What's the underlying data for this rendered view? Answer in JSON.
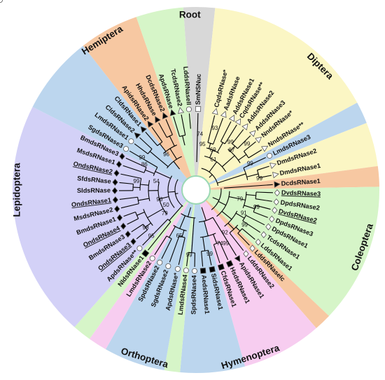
{
  "clades": [
    {
      "name": "Root",
      "color": "#d8d8d8"
    },
    {
      "name": "Diptera",
      "color": "#fbf6c4"
    },
    {
      "name": "Coleoptera",
      "color": "#d6f5c8"
    },
    {
      "name": "Hymenoptera",
      "color": "#f7cdf0"
    },
    {
      "name": "Orthoptera",
      "color": "#bcd6ee"
    },
    {
      "name": "Lepidoptera",
      "color": "#d3d1f7"
    },
    {
      "name": "Hemiptera",
      "color": "#f7c8a2"
    }
  ],
  "leaves": [
    {
      "name": "SmNSNuc",
      "marker": "square-open",
      "clade": "Root"
    },
    {
      "name": "CqdsRNase*",
      "marker": "triangle-open",
      "clade": "Diptera"
    },
    {
      "name": "AadsRNase",
      "marker": "triangle-open",
      "clade": "Diptera"
    },
    {
      "name": "AddsRNase1",
      "marker": "triangle-open",
      "clade": "Diptera"
    },
    {
      "name": "CqdsRNase**",
      "marker": "triangle-open",
      "clade": "Diptera"
    },
    {
      "name": "AddsRNase2",
      "marker": "triangle-open",
      "clade": "Diptera"
    },
    {
      "name": "AddsRNase3",
      "marker": "triangle-open",
      "clade": "Diptera"
    },
    {
      "name": "NndsRNase*",
      "marker": "triangle-open",
      "clade": "Diptera"
    },
    {
      "name": "NndsRNase**",
      "marker": "triangle-open",
      "clade": "Diptera"
    },
    {
      "name": "LmdsRNase3",
      "marker": "circle-open",
      "clade": "Orthoptera"
    },
    {
      "name": "DmdsRNase2",
      "marker": "triangle-open",
      "clade": "Diptera"
    },
    {
      "name": "DmdsRNase1",
      "marker": "triangle-open",
      "clade": "Diptera"
    },
    {
      "name": "DcdsRNase1",
      "marker": "triangle-filled",
      "clade": "Hemiptera"
    },
    {
      "name": "DvdsRNase3",
      "marker": "diamond-open",
      "clade": "Coleoptera",
      "underline": true
    },
    {
      "name": "DpdsRNase2",
      "marker": "diamond-open",
      "clade": "Coleoptera"
    },
    {
      "name": "DvdsRNase2",
      "marker": "diamond-open",
      "clade": "Coleoptera",
      "underline": true
    },
    {
      "name": "DpdsRNase3",
      "marker": "diamond-open",
      "clade": "Coleoptera"
    },
    {
      "name": "DpdsRNase1",
      "marker": "diamond-open",
      "clade": "Coleoptera"
    },
    {
      "name": "TcdsRNase1",
      "marker": "diamond-open",
      "clade": "Coleoptera"
    },
    {
      "name": "LddsRNase1",
      "marker": "diamond-open",
      "clade": "Coleoptera"
    },
    {
      "name": "LddsRNaseIc",
      "marker": "diamond-open",
      "clade": "Coleoptera"
    },
    {
      "name": "LddsRNase2",
      "marker": "diamond-open",
      "clade": "Coleoptera"
    },
    {
      "name": "ApidsRNase1",
      "marker": "triangle-filled",
      "clade": "Hemiptera"
    },
    {
      "name": "HsdsRNase1",
      "marker": "square-filled",
      "clade": "Hymenoptera"
    },
    {
      "name": "CfdsRNase1",
      "marker": "square-filled",
      "clade": "Hymenoptera"
    },
    {
      "name": "SidsRNase1",
      "marker": "square-filled",
      "clade": "Hymenoptera"
    },
    {
      "name": "AedsRNase1",
      "marker": "square-filled",
      "clade": "Hymenoptera"
    },
    {
      "name": "SpdsRNase4",
      "marker": "circle-open",
      "clade": "Orthoptera"
    },
    {
      "name": "LmdsRNase4",
      "marker": "circle-open",
      "clade": "Orthoptera"
    },
    {
      "name": "ApdsRNase*",
      "marker": "circle-open",
      "clade": "Orthoptera"
    },
    {
      "name": "SgdsRNase2",
      "marker": "circle-open",
      "clade": "Orthoptera"
    },
    {
      "name": "SpdsRNase2",
      "marker": "circle-open",
      "clade": "Orthoptera"
    },
    {
      "name": "LmdsRNase2",
      "marker": "circle-open",
      "clade": "Orthoptera"
    },
    {
      "name": "NIdsRNase1",
      "marker": "square-filled",
      "clade": "Hymenoptera"
    },
    {
      "name": "ApdsRNase**",
      "marker": "circle-open",
      "clade": "Orthoptera"
    },
    {
      "name": "OndsRNase3",
      "marker": "diamond-filled",
      "clade": "Lepidoptera",
      "underline": true
    },
    {
      "name": "BmdsRNase3",
      "marker": "diamond-filled",
      "clade": "Lepidoptera"
    },
    {
      "name": "OndsRNase4",
      "marker": "diamond-filled",
      "clade": "Lepidoptera",
      "underline": true
    },
    {
      "name": "BmdsRNase1",
      "marker": "diamond-filled",
      "clade": "Lepidoptera"
    },
    {
      "name": "MsdsRNase2",
      "marker": "diamond-filled",
      "clade": "Lepidoptera"
    },
    {
      "name": "OndsRNase1",
      "marker": "diamond-filled",
      "clade": "Lepidoptera",
      "underline": true
    },
    {
      "name": "SldsRNase",
      "marker": "diamond-filled",
      "clade": "Lepidoptera"
    },
    {
      "name": "SfdsRNase",
      "marker": "diamond-filled",
      "clade": "Lepidoptera"
    },
    {
      "name": "OndsRNase2",
      "marker": "diamond-filled",
      "clade": "Lepidoptera",
      "underline": true
    },
    {
      "name": "MsdsRNase1",
      "marker": "diamond-filled",
      "clade": "Lepidoptera"
    },
    {
      "name": "BmdsRNase3",
      "marker": "diamond-filled",
      "clade": "Lepidoptera"
    },
    {
      "name": "SgdsRNase3",
      "marker": "circle-open",
      "clade": "Orthoptera"
    },
    {
      "name": "LmdsRNase1",
      "marker": "circle-open",
      "clade": "Orthoptera"
    },
    {
      "name": "CldsRNase2",
      "marker": "triangle-filled",
      "clade": "Hemiptera"
    },
    {
      "name": "CldsRNase1",
      "marker": "triangle-filled",
      "clade": "Hemiptera"
    },
    {
      "name": "ApidsRNase2",
      "marker": "triangle-filled",
      "clade": "Hemiptera"
    },
    {
      "name": "HhdsRNase",
      "marker": "triangle-filled",
      "clade": "Hemiptera"
    },
    {
      "name": "DcdsRNase2",
      "marker": "triangle-filled",
      "clade": "Hemiptera"
    },
    {
      "name": "ApdsRNase",
      "marker": "triangle-filled",
      "clade": "Hemiptera"
    },
    {
      "name": "TcdsRNase2",
      "marker": "triangle-open",
      "clade": "Coleoptera"
    },
    {
      "name": "LddsRNaseII",
      "marker": "circle-open",
      "clade": "Coleoptera"
    },
    {
      "name": "DvdsRNase1",
      "marker": "circle-open",
      "clade": "Coleoptera",
      "underline": true
    }
  ],
  "bootstrap": [
    "93",
    "69",
    "61",
    "99",
    "87",
    "99",
    "99",
    "99",
    "79",
    "99",
    "91",
    "99",
    "92",
    "99",
    "74",
    "99",
    "99",
    "65",
    "50",
    "79",
    "96",
    "54",
    "86",
    "99",
    "98",
    "95",
    "99",
    "96",
    "74",
    "95"
  ]
}
